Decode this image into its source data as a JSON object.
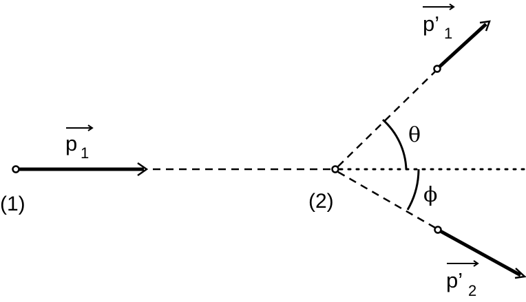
{
  "labels": {
    "particle_1": "(1)",
    "particle_2": "(2)",
    "p1_letter": "p",
    "p1_sub": "1",
    "p1p_letter": "p’",
    "p1p_sub": "1",
    "p2p_letter": "p’",
    "p2p_sub": "2",
    "theta": "θ",
    "phi": "ϕ"
  },
  "colors": {
    "ink": "#000000",
    "background": "#ffffff"
  }
}
